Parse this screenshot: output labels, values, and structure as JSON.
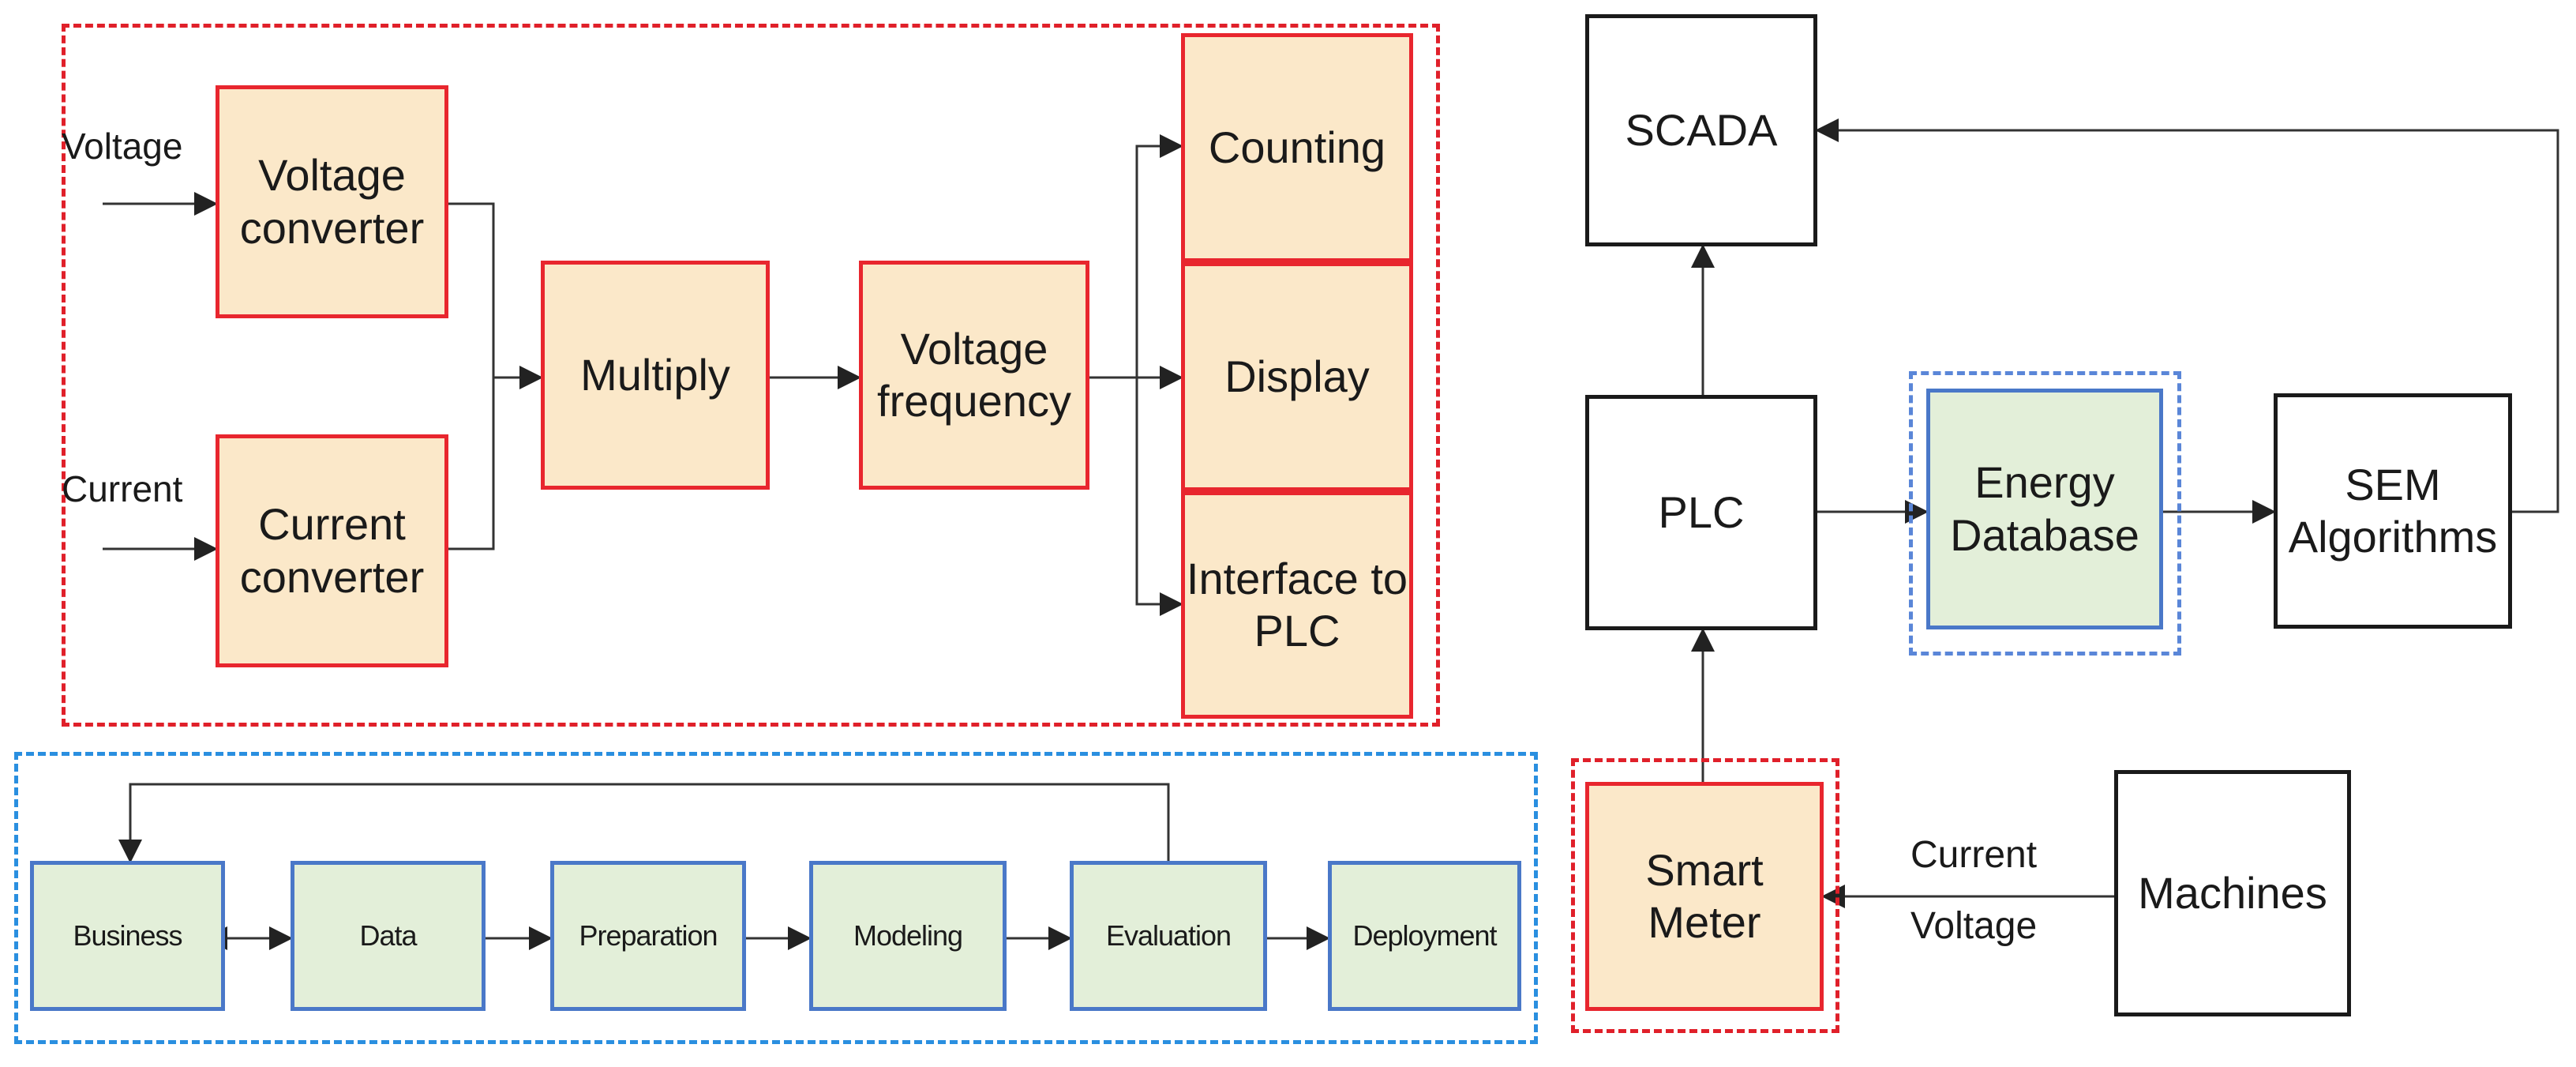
{
  "colors": {
    "orange_fill": "#fbe8c9",
    "red_border": "#e8262e",
    "green_fill": "#e3efd9",
    "blue_border": "#4a78c8",
    "group_red": "#e0202a",
    "group_blue": "#2a8fe0"
  },
  "meter": {
    "inputs": {
      "voltage": "Voltage",
      "current": "Current"
    },
    "voltage_converter": "Voltage\nconverter",
    "current_converter": "Current\nconverter",
    "multiply": "Multiply",
    "voltage_frequency": "Voltage\nfrequency",
    "counting": "Counting",
    "display": "Display",
    "interface_plc": "Interface to\nPLC"
  },
  "process": {
    "steps": [
      "Business",
      "Data",
      "Preparation",
      "Modeling",
      "Evaluation",
      "Deployment"
    ]
  },
  "system": {
    "scada": "SCADA",
    "plc": "PLC",
    "energy_database": "Energy\nDatabase",
    "sem_algorithms": "SEM\nAlgorithms",
    "smart_meter": "Smart\nMeter",
    "machines": "Machines",
    "signal_current": "Current",
    "signal_voltage": "Voltage"
  }
}
